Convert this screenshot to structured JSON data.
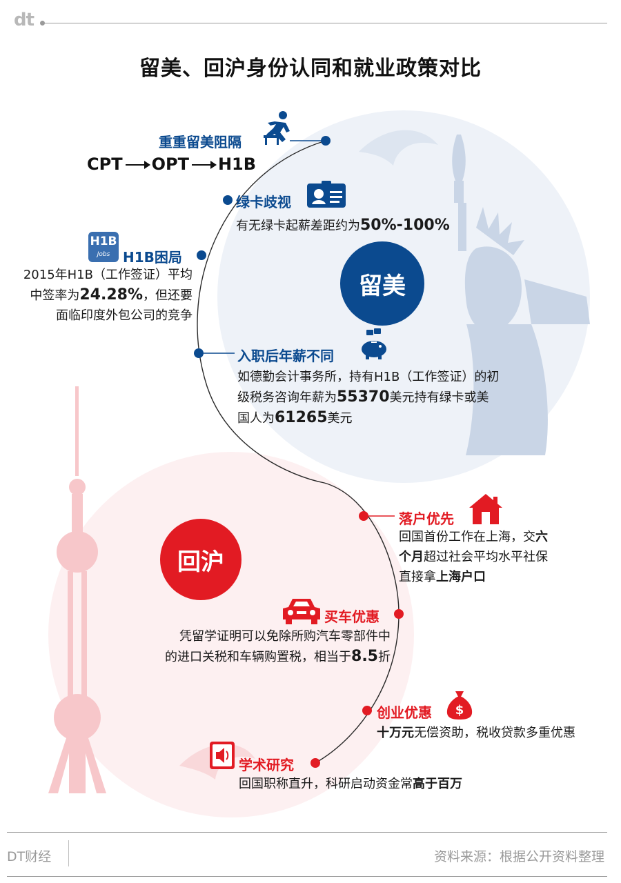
{
  "header": {
    "logo": "dt",
    "title": "留美、回沪身份认同和就业政策对比"
  },
  "us": {
    "label": "留美",
    "flow": {
      "a": "CPT",
      "b": "OPT",
      "c": "H1B"
    },
    "items": [
      {
        "title": "重重留美阻隔",
        "icon": "hurdle-runner-icon"
      },
      {
        "title": "绿卡歧视",
        "icon": "id-card-icon",
        "text_pre": "有无绿卡起薪差距约为",
        "text_bold": "50%-100%"
      },
      {
        "title": "H1B困局",
        "icon": "h1b-badge-icon",
        "badge_text": "H1B",
        "badge_sub": "Jobs",
        "line1": "2015年H1B（工作签证）平均",
        "line2_pre": "中签率为",
        "line2_bold": "24.28%",
        "line2_post": "，但还要",
        "line3": "面临印度外包公司的竞争"
      },
      {
        "title": "入职后年薪不同",
        "icon": "piggy-bank-icon",
        "line1": "如德勤会计事务所，持有H1B（工作签证）的初",
        "line2_pre": "级税务咨询年薪为",
        "line2_bold": "55370",
        "line2_post": "美元持有绿卡或美",
        "line3_pre": "国人为",
        "line3_bold": "61265",
        "line3_post": "美元"
      }
    ]
  },
  "sh": {
    "label": "回沪",
    "items": [
      {
        "title": "落户优先",
        "icon": "house-icon",
        "line1_pre": "回国首份工作在上海，交",
        "line1_bold": "六",
        "line2_bold": "个月",
        "line2_post": "超过社会平均水平社保",
        "line3_pre": "直接拿",
        "line3_bold": "上海户口"
      },
      {
        "title": "买车优惠",
        "icon": "car-icon",
        "line1": "凭留学证明可以免除所购汽车零部件中",
        "line2_pre": "的进口关税和车辆购置税，相当于",
        "line2_bold": "8.5",
        "line2_post": "折"
      },
      {
        "title": "创业优惠",
        "icon": "money-bag-icon",
        "line1_bold": "十万元",
        "line1_post": "无偿资助，税收贷款多重优惠"
      },
      {
        "title": "学术研究",
        "icon": "speaker-icon",
        "line1_pre": "回国职称直升，科研启动资金常",
        "line1_bold": "高于百万"
      }
    ]
  },
  "footer": {
    "brand": "DT财经",
    "source": "资料来源：根据公开资料整理"
  },
  "colors": {
    "us_blue": "#0b4a8f",
    "sh_red": "#e21b23",
    "us_bg": "#eef2f8",
    "sh_bg": "#fdf0f1"
  }
}
